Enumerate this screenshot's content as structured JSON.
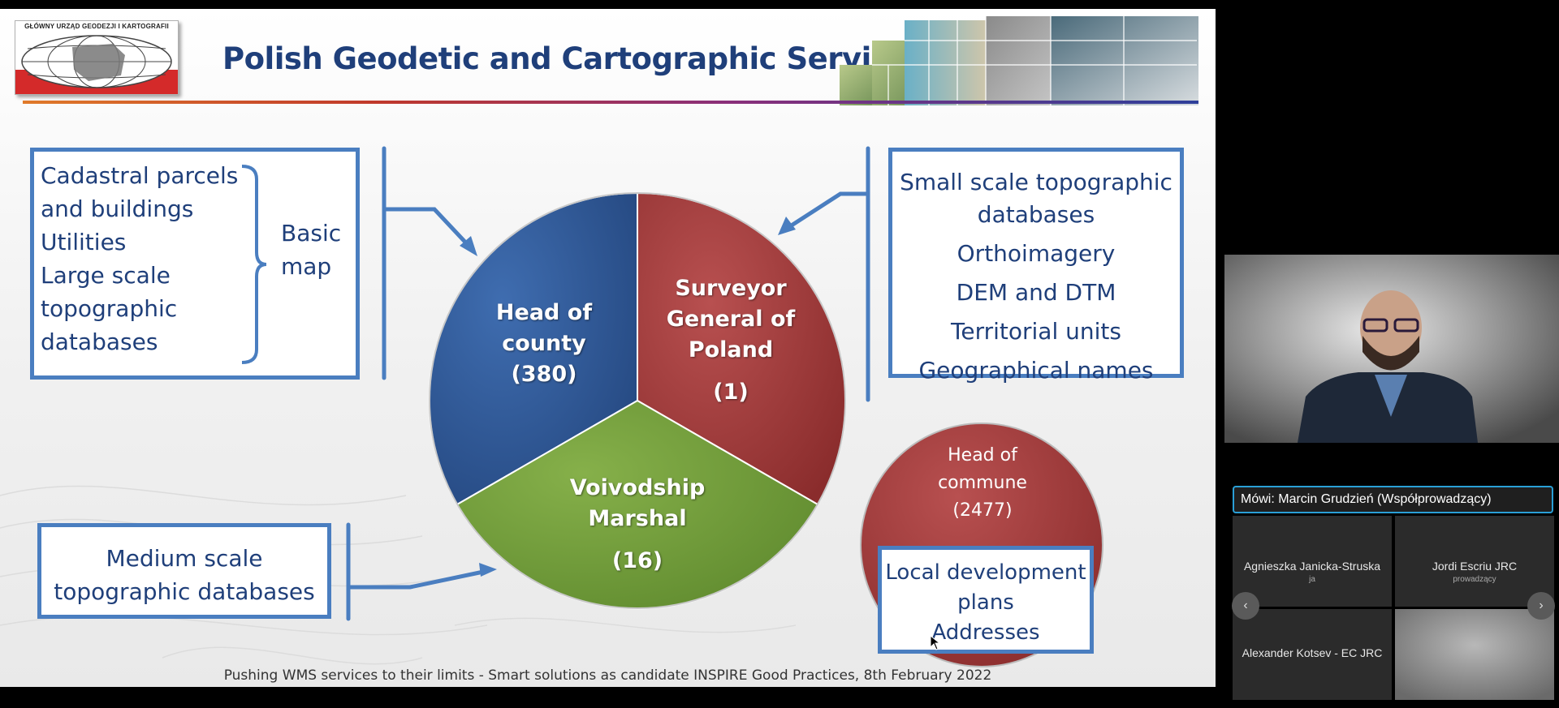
{
  "slide": {
    "logo_text": "GŁÓWNY URZĄD GEODEZJI I KARTOGRAFII",
    "title": "Polish Geodetic and Cartographic Service",
    "left_list": [
      "Cadastral parcels",
      "and buildings",
      "Utilities",
      "Large scale",
      "topographic",
      "databases"
    ],
    "basic_map": [
      "Basic",
      "map"
    ],
    "right_list": [
      "Small scale topographic",
      "databases",
      "Orthoimagery",
      "DEM and DTM",
      "Territorial units",
      "Geographical names"
    ],
    "pie": {
      "county": [
        "Head of",
        "county",
        "(380)"
      ],
      "surveyor": [
        "Surveyor",
        "General of",
        "Poland",
        "(1)"
      ],
      "voivodship": [
        "Voivodship",
        "Marshal",
        "(16)"
      ]
    },
    "commune": [
      "Head of",
      "commune",
      "(2477)"
    ],
    "local_dev": [
      "Local development",
      "plans",
      "Addresses"
    ],
    "medium": [
      "Medium scale",
      "topographic databases"
    ],
    "footer": "Pushing WMS services to their limits - Smart solutions as candidate INSPIRE Good Practices, 8th February 2022"
  },
  "meeting": {
    "speaker_prefix": "Mówi:",
    "speaker_name": "Marcin Grudzień (Współprowadzący)",
    "participants": [
      {
        "name": "Agnieszka Janicka-Struska",
        "role": "ja"
      },
      {
        "name": "Jordi Escriu JRC",
        "role": "prowadzący"
      },
      {
        "name": "Alexander Kotsev - EC JRC",
        "role": ""
      }
    ],
    "prev_icon": "‹",
    "next_icon": "›"
  },
  "colors": {
    "blue": "#2e5597",
    "red": "#a23a3a",
    "green": "#6f9a3a",
    "border": "#4a7ec0",
    "text": "#1f3f7a"
  }
}
